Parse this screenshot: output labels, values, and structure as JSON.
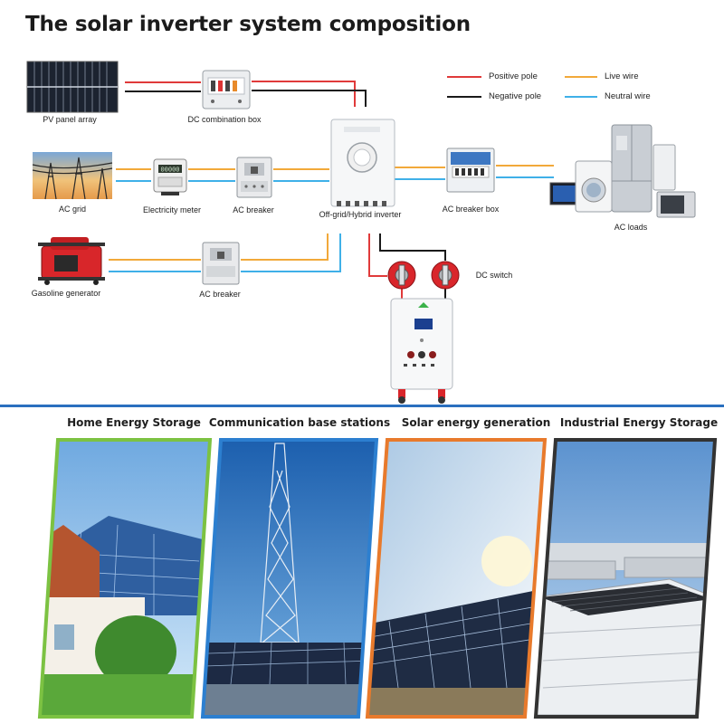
{
  "title": "The solar inverter system composition",
  "legend": {
    "positive": "Positive pole",
    "negative": "Negative pole",
    "live": "Live wire",
    "neutral": "Neutral wire"
  },
  "colors": {
    "positive": "#e03a3a",
    "negative": "#1a1a1a",
    "live": "#f2a93a",
    "neutral": "#3fb0e8",
    "divider": "#2a6fbf",
    "card_home": "#7cc242",
    "card_comm": "#2c7fd0",
    "card_solar": "#e87a2c",
    "card_industrial": "#333333"
  },
  "components": {
    "pv_array": "PV panel array",
    "dc_combiner": "DC combination box",
    "ac_grid": "AC grid",
    "meter": "Electricity meter",
    "ac_breaker_1": "AC breaker",
    "inverter": "Off-grid/Hybrid inverter",
    "ac_breaker_box": "AC breaker box",
    "ac_loads": "AC loads",
    "generator": "Gasoline generator",
    "ac_breaker_2": "AC breaker",
    "dc_switch": "DC switch"
  },
  "applications": [
    {
      "title": "Home Energy Storage"
    },
    {
      "title": "Communication base stations"
    },
    {
      "title": "Solar energy generation"
    },
    {
      "title": "Industrial Energy Storage"
    }
  ]
}
